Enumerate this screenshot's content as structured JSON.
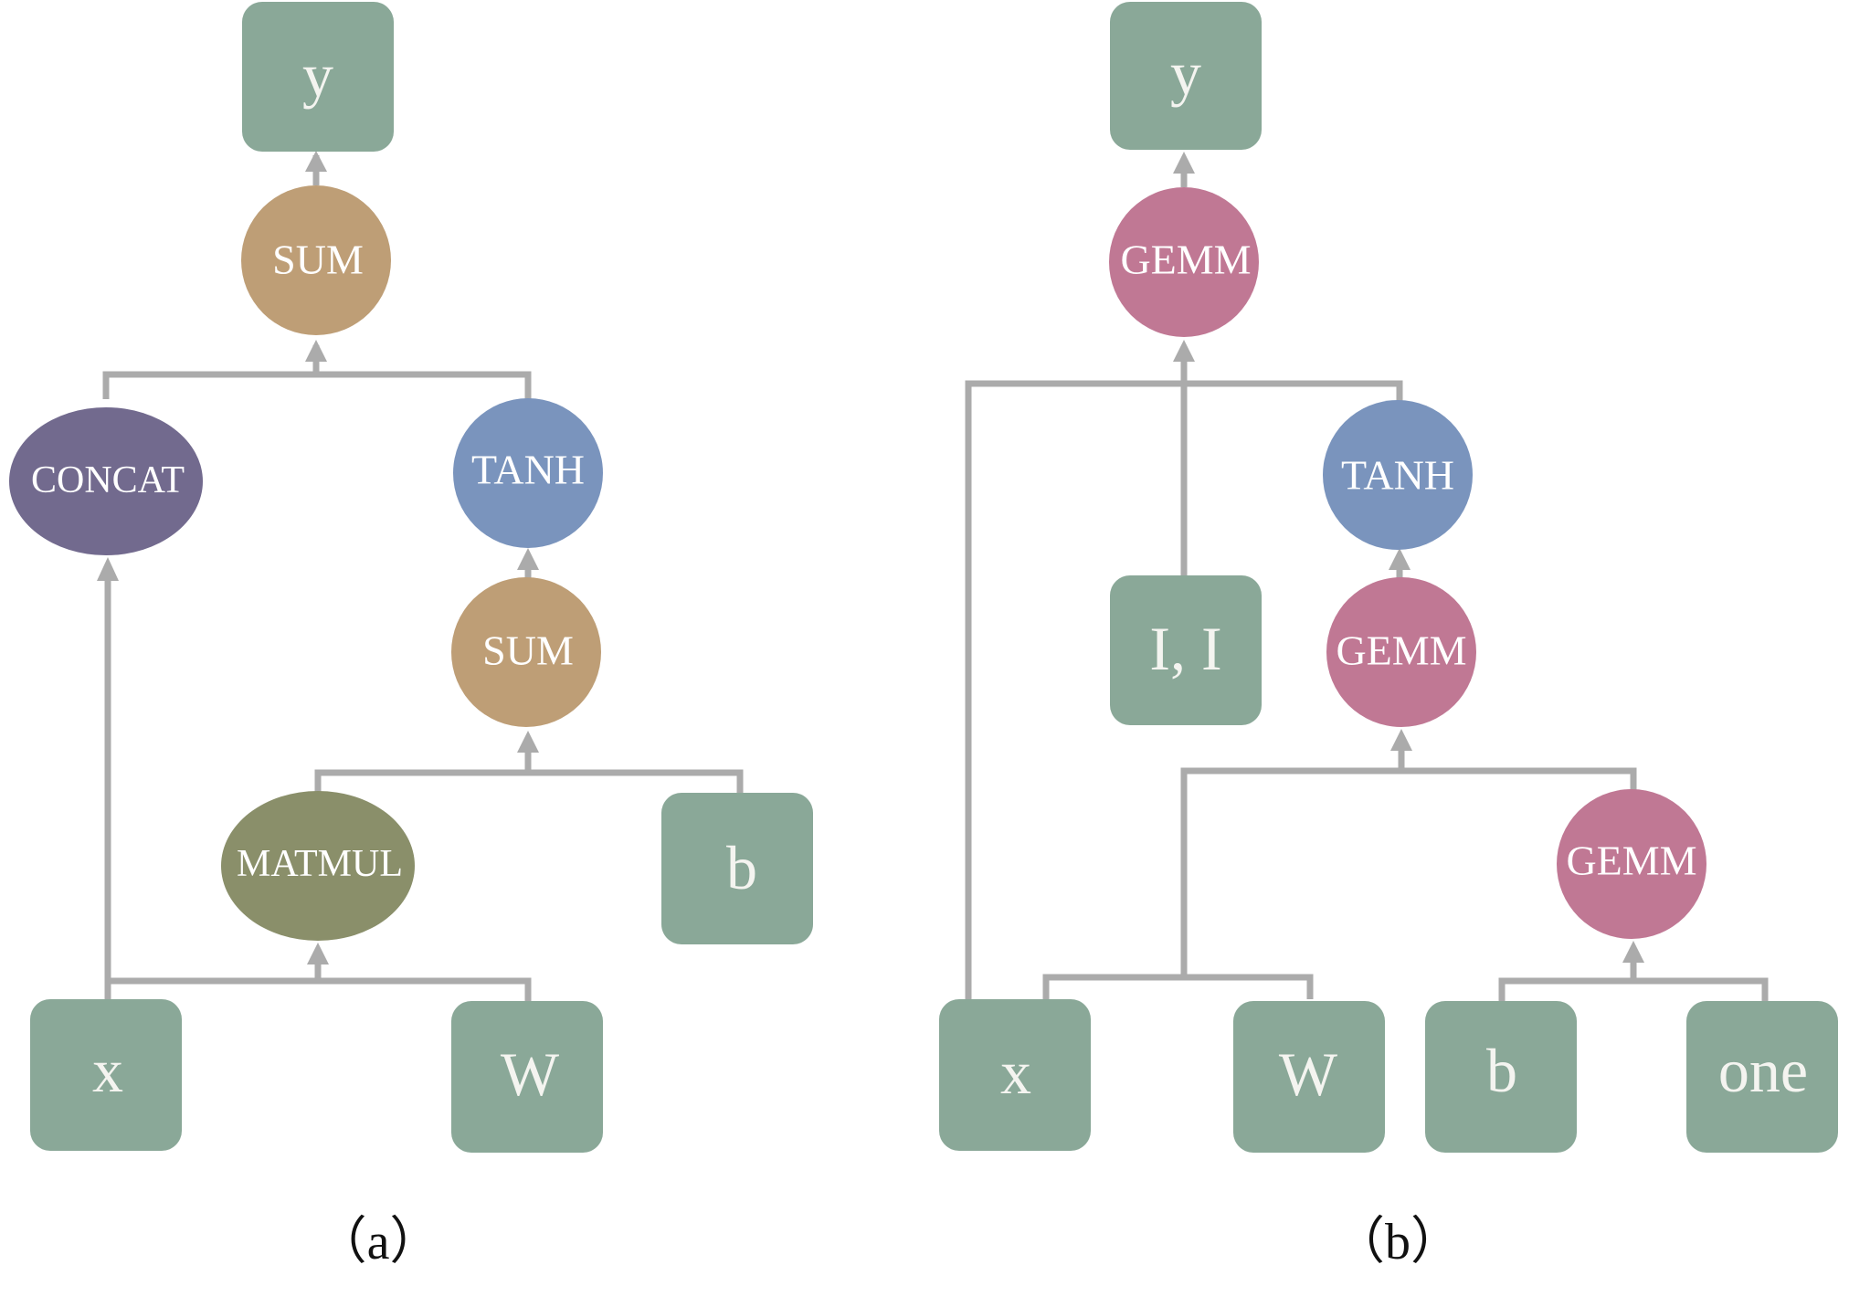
{
  "colors": {
    "variable": "#8aa898",
    "sum": "#be9e76",
    "concat": "#726a8e",
    "tanh": "#7a94bd",
    "matmul": "#8a8f6a",
    "gemm": "#c07894",
    "edge": "#ababab"
  },
  "diagram_a": {
    "caption": "（a）",
    "nodes": {
      "y": "y",
      "sum_top": "SUM",
      "concat": "CONCAT",
      "tanh": "TANH",
      "sum_mid": "SUM",
      "matmul": "MATMUL",
      "b": "b",
      "x": "x",
      "W": "W"
    }
  },
  "diagram_b": {
    "caption": "（b）",
    "nodes": {
      "y": "y",
      "gemm_top": "GEMM",
      "tanh": "TANH",
      "identity": "I, I",
      "gemm_mid": "GEMM",
      "gemm_low": "GEMM",
      "x": "x",
      "W": "W",
      "b": "b",
      "one": "one"
    }
  }
}
